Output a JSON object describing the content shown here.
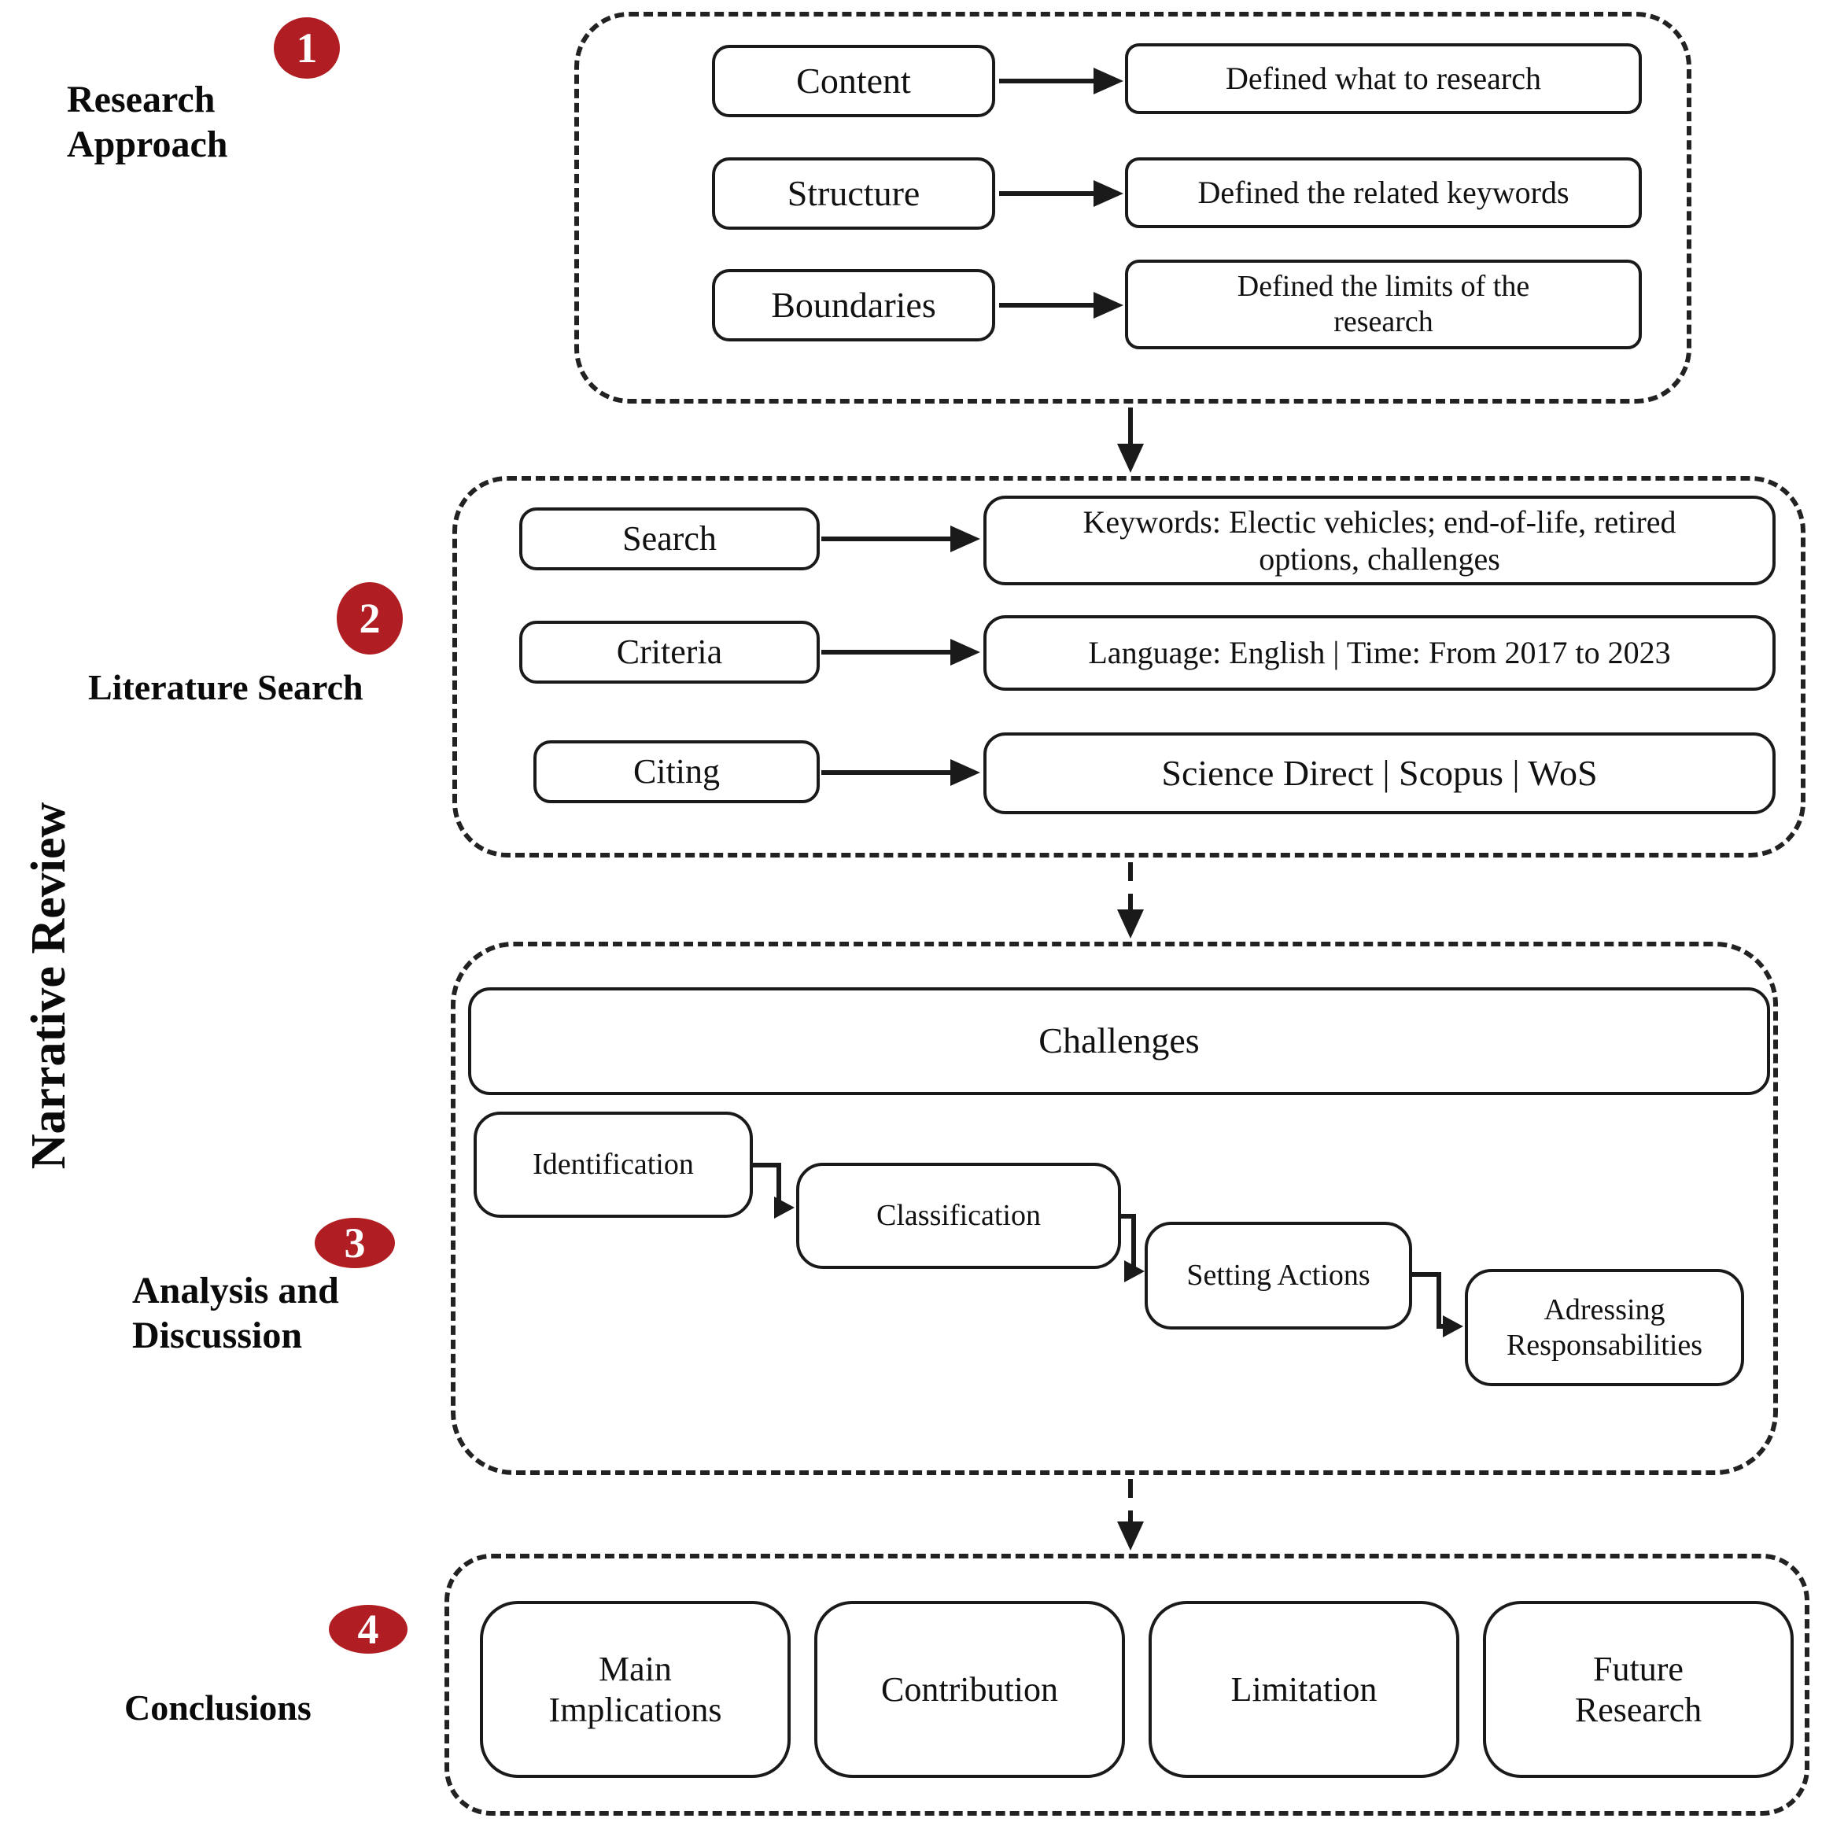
{
  "vertical_title": "Narrative Review",
  "colors": {
    "badge_red": "#b01e23",
    "line": "#1a1a1a"
  },
  "sections": [
    {
      "number": "1",
      "label_lines": [
        "Research",
        "Approach"
      ],
      "rows": [
        {
          "left": "Content",
          "right": "Defined what to research"
        },
        {
          "left": "Structure",
          "right": "Defined the related keywords"
        },
        {
          "left": "Boundaries",
          "right": "Defined the limits of the research"
        }
      ]
    },
    {
      "number": "2",
      "label_lines": [
        "Literature Search"
      ],
      "rows": [
        {
          "left": "Search",
          "right": "Keywords: Electic vehicles; end-of-life, retired options, challenges"
        },
        {
          "left": "Criteria",
          "right": "Language: English | Time: From 2017 to 2023"
        },
        {
          "left": "Citing",
          "right": "Science Direct | Scopus | WoS"
        }
      ]
    },
    {
      "number": "3",
      "label_lines": [
        "Analysis and",
        "Discussion"
      ],
      "challenges_header": "Challenges",
      "cascade": [
        "Identification",
        "Classification",
        "Setting Actions",
        "Adressing Responsabilities"
      ]
    },
    {
      "number": "4",
      "label_lines": [
        "Conclusions"
      ],
      "conclusion_boxes": [
        "Main Implications",
        "Contribution",
        "Limitation",
        "Future Research"
      ]
    }
  ]
}
